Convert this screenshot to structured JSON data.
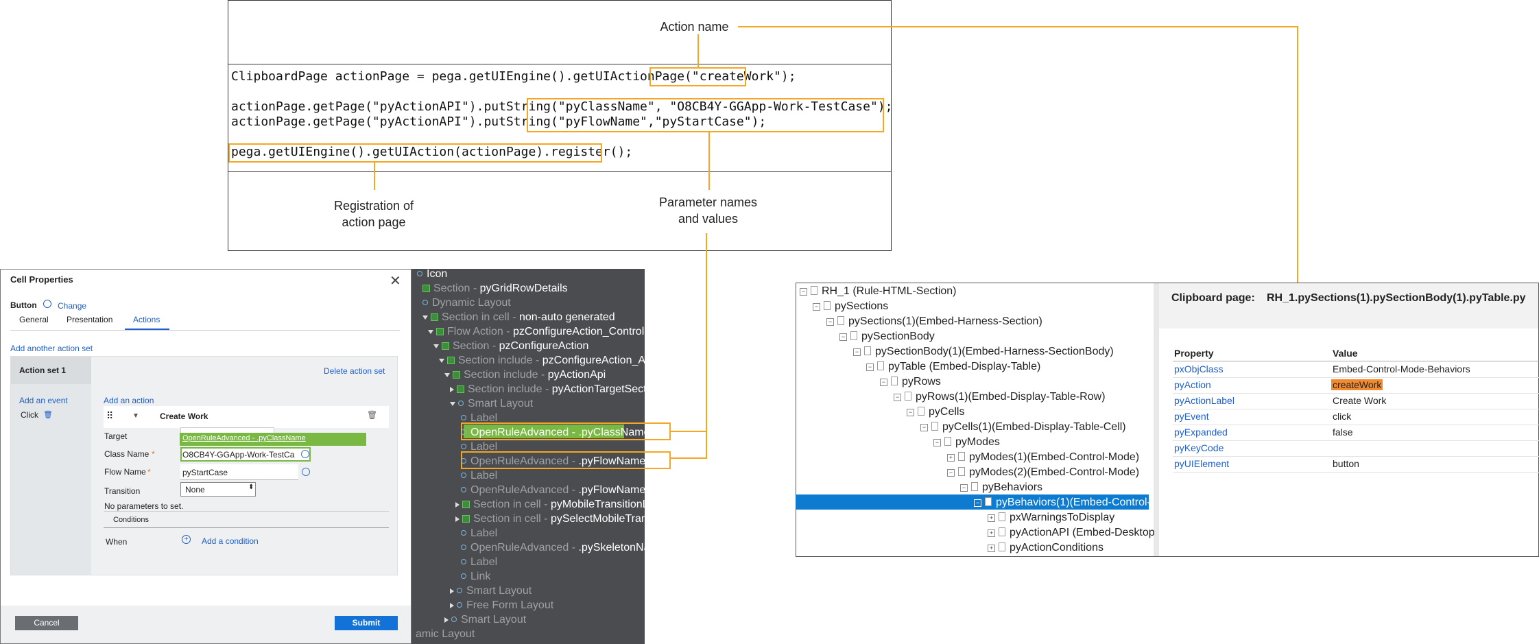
{
  "code": {
    "line1": "ClipboardPage actionPage = pega.getUIEngine().getUIActionPage(\"createWork\");",
    "line2": "actionPage.getPage(\"pyActionAPI\").putString(\"pyClassName\", \"O8CB4Y-GGApp-Work-TestCase\");",
    "line3": "actionPage.getPage(\"pyActionAPI\").putString(\"pyFlowName\",\"pyStartCase\");",
    "line4": "pega.getUIEngine().getUIAction(actionPage).register();"
  },
  "callouts": {
    "action_name": "Action name",
    "registration_1": "Registration of",
    "registration_2": "action page",
    "params_1": "Parameter names",
    "params_2": "and values"
  },
  "cell_props": {
    "title": "Cell Properties",
    "control": "Button",
    "change": "Change",
    "tabs": [
      "General",
      "Presentation",
      "Actions"
    ],
    "add_action_set": "Add another action set",
    "action_set": "Action set 1",
    "delete_action_set": "Delete action set",
    "add_event": "Add an event",
    "click": "Click",
    "add_action": "Add an action",
    "action_title": "Create Work",
    "target_label": "Target",
    "class_label": "Class Name",
    "class_value": "O8CB4Y-GGApp-Work-TestCa",
    "class_hint": "OpenRuleAdvanced - .pyClassName",
    "flow_label": "Flow Name",
    "flow_value": "pyStartCase",
    "transition_label": "Transition",
    "transition_value": "None",
    "no_params": "No parameters to set.",
    "conditions": "Conditions",
    "when": "When",
    "add_condition": "Add a condition",
    "cancel": "Cancel",
    "submit": "Submit"
  },
  "tree": [
    {
      "pre": "",
      "name": "Icon"
    },
    {
      "pre": "Section - ",
      "name": "pyGridRowDetails"
    },
    {
      "pre": "Dynamic Layout",
      "name": ""
    },
    {
      "pre": "Section in cell - ",
      "name": "non-auto generated"
    },
    {
      "pre": "Flow Action - ",
      "name": "pzConfigureAction_ControlProps"
    },
    {
      "pre": "Section - ",
      "name": "pzConfigureAction"
    },
    {
      "pre": "Section include - ",
      "name": "pzConfigureAction_ActionSet"
    },
    {
      "pre": "Section include - ",
      "name": "pyActionApi"
    },
    {
      "pre": "Section include - ",
      "name": "pyActionTargetSection"
    },
    {
      "pre": "Smart Layout",
      "name": ""
    },
    {
      "pre": "Label",
      "name": ""
    },
    {
      "pre": "OpenRuleAdvanced - ",
      "name": ".pyClassName"
    },
    {
      "pre": "Label",
      "name": ""
    },
    {
      "pre": "OpenRuleAdvanced - ",
      "name": ".pyFlowName"
    },
    {
      "pre": "Label",
      "name": ""
    },
    {
      "pre": "OpenRuleAdvanced - ",
      "name": ".pyFlowName"
    },
    {
      "pre": "Section in cell - ",
      "name": "pyMobileTransitionLabel"
    },
    {
      "pre": "Section in cell - ",
      "name": "pySelectMobileTransitionType"
    },
    {
      "pre": "Label",
      "name": ""
    },
    {
      "pre": "OpenRuleAdvanced - ",
      "name": ".pySkeletonName"
    },
    {
      "pre": "Label",
      "name": ""
    },
    {
      "pre": "Link",
      "name": ""
    },
    {
      "pre": "Smart Layout",
      "name": ""
    },
    {
      "pre": "Free Form Layout",
      "name": ""
    },
    {
      "pre": "Smart Layout",
      "name": ""
    },
    {
      "pre": "amic Layout",
      "name": ""
    }
  ],
  "clipboard": {
    "page_label": "Clipboard page:",
    "page_path": "RH_1.pySections(1).pySectionBody(1).pyTable.py",
    "tree": [
      "RH_1 (Rule-HTML-Section)",
      "pySections",
      "pySections(1)(Embed-Harness-Section)",
      "pySectionBody",
      "pySectionBody(1)(Embed-Harness-SectionBody)",
      "pyTable (Embed-Display-Table)",
      "pyRows",
      "pyRows(1)(Embed-Display-Table-Row)",
      "pyCells",
      "pyCells(1)(Embed-Display-Table-Cell)",
      "pyModes",
      "pyModes(1)(Embed-Control-Mode)",
      "pyModes(2)(Embed-Control-Mode)",
      "pyBehaviors",
      "pyBehaviors(1)(Embed-Control-",
      "pxWarningsToDisplay",
      "pyActionAPI (Embed-Desktop",
      "pyActionConditions"
    ],
    "headers": [
      "Property",
      "Value"
    ],
    "rows": [
      {
        "property": "pxObjClass",
        "value": "Embed-Control-Mode-Behaviors"
      },
      {
        "property": "pyAction",
        "value": "createWork"
      },
      {
        "property": "pyActionLabel",
        "value": "Create Work"
      },
      {
        "property": "pyEvent",
        "value": "click"
      },
      {
        "property": "pyExpanded",
        "value": "false"
      },
      {
        "property": "pyKeyCode",
        "value": ""
      },
      {
        "property": "pyUIElement",
        "value": "button"
      }
    ]
  },
  "colors": {
    "callout": "#f5a623",
    "link": "#1f5fc7",
    "selected": "#0d7bd0",
    "green": "#78b843"
  }
}
